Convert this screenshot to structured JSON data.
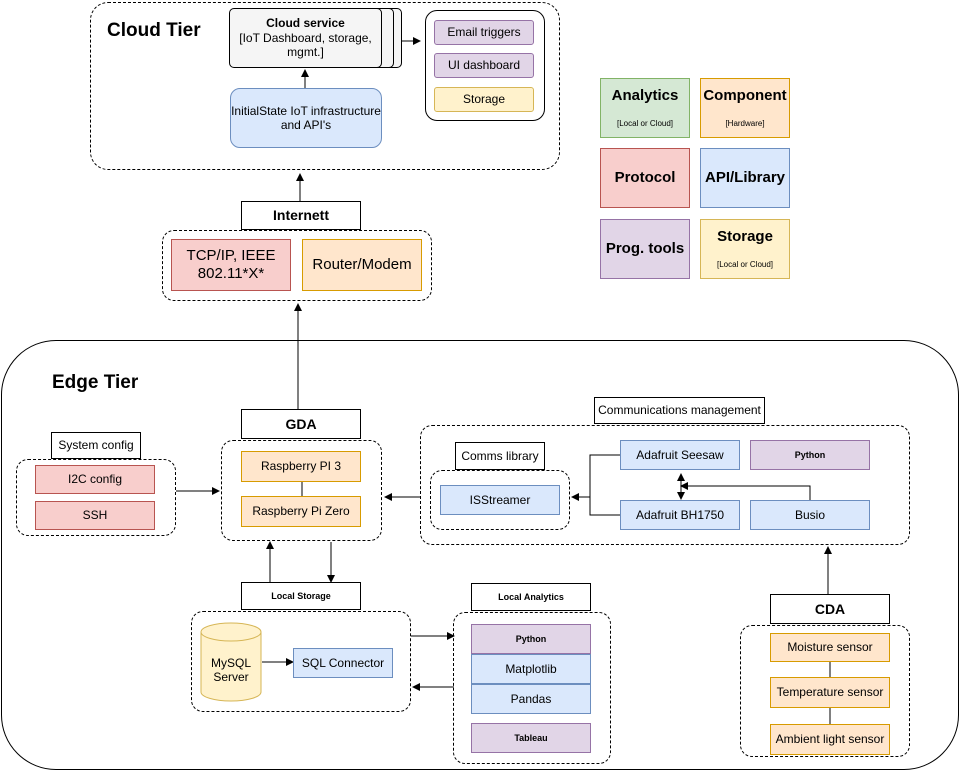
{
  "tiers": {
    "cloud": "Cloud Tier",
    "edge": "Edge Tier"
  },
  "cloud": {
    "service_title": "Cloud service",
    "service_subtitle": "[IoT Dashboard, storage, mgmt.]",
    "infrastructure": "InitialState IoT infrastructure and API's",
    "outputs": [
      "Email triggers",
      "UI dashboard",
      "Storage"
    ]
  },
  "internet": {
    "header": "Internett",
    "protocol": "TCP/IP, IEEE 802.11*X*",
    "router": "Router/Modem"
  },
  "legend": {
    "analytics": {
      "title": "Analytics",
      "note": "[Local or Cloud]"
    },
    "component": {
      "title": "Component",
      "note": "[Hardware]"
    },
    "protocol": {
      "title": "Protocol"
    },
    "api": {
      "title": "API/Library"
    },
    "prog_tools": {
      "title": "Prog. tools"
    },
    "storage": {
      "title": "Storage",
      "note": "[Local or Cloud]"
    }
  },
  "edge": {
    "system_config": {
      "header": "System config",
      "items": [
        "I2C config",
        "SSH"
      ]
    },
    "gda": {
      "header": "GDA",
      "items": [
        "Raspberry PI 3",
        "Raspberry Pi Zero"
      ]
    },
    "comms": {
      "header": "Communications management",
      "library_header": "Comms library",
      "streamer": "ISStreamer",
      "seesaw": "Adafruit Seesaw",
      "bh1750": "Adafruit BH1750",
      "python": "Python",
      "busio": "Busio"
    },
    "local_storage": {
      "header": "Local Storage",
      "db": "MySQL Server",
      "connector": "SQL Connector"
    },
    "local_analytics": {
      "header": "Local Analytics",
      "items": [
        "Python",
        "Matplotlib",
        "Pandas",
        "Tableau"
      ]
    },
    "cda": {
      "header": "CDA",
      "sensors": [
        "Moisture sensor",
        "Temperature sensor",
        "Ambient light sensor"
      ]
    }
  },
  "colors": {
    "analytics": "#d5e8d4",
    "component": "#ffe6cc",
    "protocol": "#f8cecc",
    "api": "#dae8fc",
    "prog_tools": "#e1d5e7",
    "storage": "#fff2cc"
  }
}
